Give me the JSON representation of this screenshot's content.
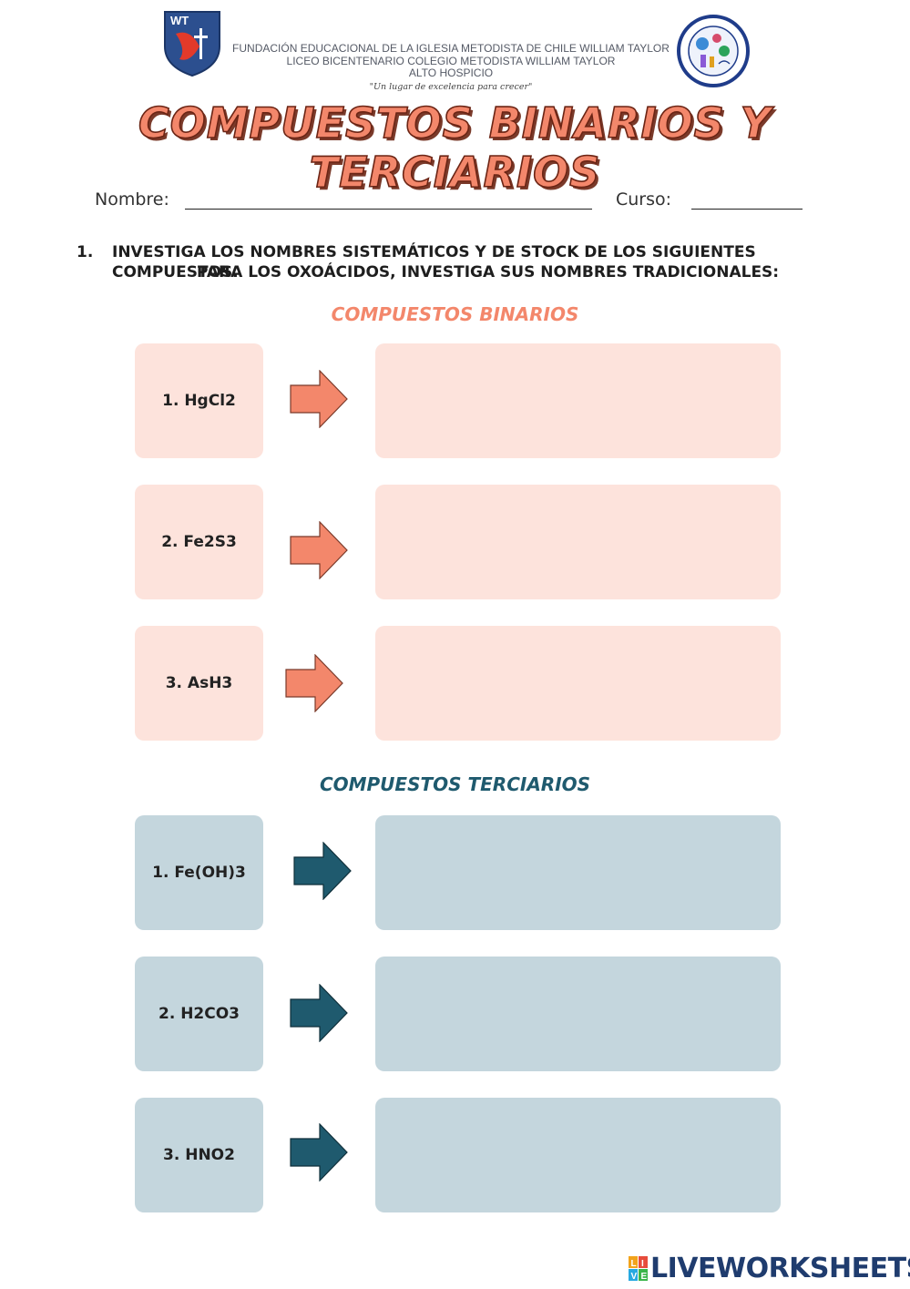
{
  "header": {
    "logo_left_text": "WT",
    "line1": "FUNDACIÓN EDUCACIONAL DE LA IGLESIA METODISTA DE CHILE WILLIAM TAYLOR",
    "line2": "LICEO BICENTENARIO COLEGIO METODISTA WILLIAM TAYLOR",
    "line3": "ALTO HOSPICIO",
    "motto": "\"Un lugar de excelencia para crecer\""
  },
  "title": "COMPUESTOS BINARIOS Y TERCIARIOS",
  "form": {
    "name_label": "Nombre:",
    "course_label": "Curso:",
    "name_value": "",
    "course_value": ""
  },
  "instruction": {
    "number": "1.",
    "line1": "INVESTIGA LOS NOMBRES SISTEMÁTICOS Y DE STOCK DE LOS SIGUIENTES COMPUESTOS.",
    "line2": "PARA LOS OXOÁCIDOS, INVESTIGA SUS NOMBRES TRADICIONALES:"
  },
  "binarios": {
    "heading": "COMPUESTOS BINARIOS",
    "items": [
      {
        "label": "1. HgCl2",
        "answer": ""
      },
      {
        "label": "2. Fe2S3",
        "answer": ""
      },
      {
        "label": "3. AsH3",
        "answer": ""
      }
    ]
  },
  "terciarios": {
    "heading": "COMPUESTOS TERCIARIOS",
    "items": [
      {
        "label": "1. Fe(OH)3",
        "answer": ""
      },
      {
        "label": "2. H2CO3",
        "answer": ""
      },
      {
        "label": "3. HNO2",
        "answer": ""
      }
    ]
  },
  "footer": {
    "brand": "LIVEWORKSHEETS",
    "brand_letters": [
      "L",
      "I",
      "V",
      "E"
    ]
  },
  "colors": {
    "binary_accent": "#f3876b",
    "binary_box": "#fde3dc",
    "ternary_accent": "#1f5a6e",
    "ternary_box": "#c4d6dd"
  },
  "icons": {
    "arrow": "right-arrow-icon"
  }
}
